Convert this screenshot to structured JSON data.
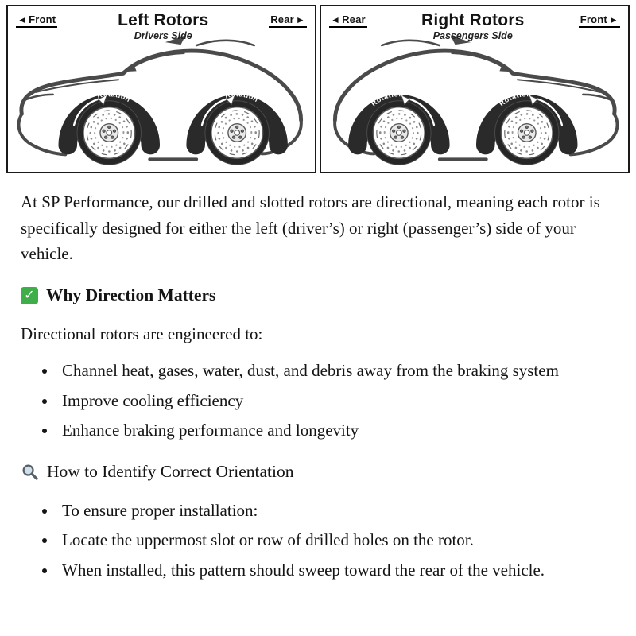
{
  "icons": {
    "arrow_left": "◄",
    "arrow_right": "►",
    "check": "✓"
  },
  "colors": {
    "check_green": "#3fae49",
    "ink": "#141414",
    "car_stroke": "#4a4a4a",
    "wheel_dark": "#262626"
  },
  "diagram": {
    "panels": [
      {
        "title": "Left Rotors",
        "subtitle": "Drivers Side",
        "left_label": "Front",
        "right_label": "Rear",
        "rotation_label": "Rotation"
      },
      {
        "title": "Right Rotors",
        "subtitle": "Passengers Side",
        "left_label": "Rear",
        "right_label": "Front",
        "rotation_label": "Rotation"
      }
    ]
  },
  "article": {
    "intro": "At SP Performance, our drilled and slotted rotors are directional, meaning each rotor is specifically designed for either the left (driver’s) or right (passenger’s) side of your vehicle.",
    "sections": [
      {
        "icon": "check-icon",
        "heading": "Why Direction Matters",
        "lead": "Directional rotors are engineered to:",
        "bullets": [
          "Channel heat, gases, water, dust, and debris away from the braking system",
          "Improve cooling efficiency",
          "Enhance braking performance and longevity"
        ]
      },
      {
        "icon": "magnifier-icon",
        "heading": "How to Identify Correct Orientation",
        "bullets": [
          "To ensure proper installation:",
          "Locate the uppermost slot or row of drilled holes on the rotor.",
          "When installed, this pattern should sweep toward the rear of the vehicle."
        ]
      }
    ]
  }
}
